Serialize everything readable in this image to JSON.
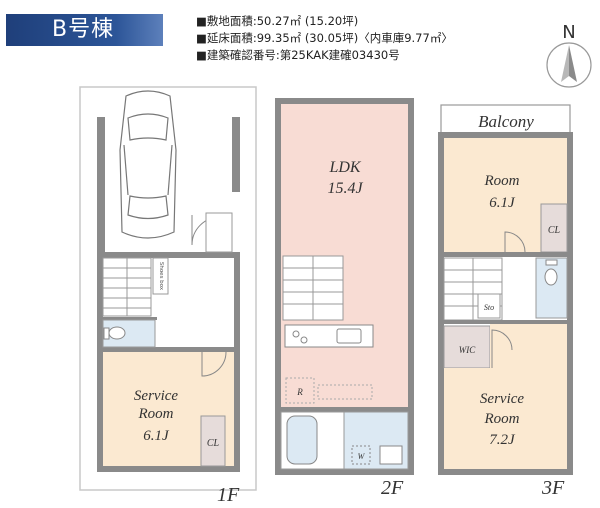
{
  "title": "B号棟",
  "info": {
    "site_area": "■敷地面積:50.27㎡ (15.20坪)",
    "floor_area": "■延床面積:99.35㎡ (30.05坪)〈内車庫9.77㎡〉",
    "permit": "■建築確認番号:第25KAK建確03430号"
  },
  "compass": {
    "label": "N"
  },
  "floors": {
    "f1": {
      "label": "1F",
      "room_name_1": "Service",
      "room_name_2": "Room",
      "room_size": "6.1J",
      "closet": "CL",
      "shoe_box": "Shoes box"
    },
    "f2": {
      "label": "2F",
      "room_name": "LDK",
      "room_size": "15.4J",
      "fridge": "R",
      "washer": "W"
    },
    "f3": {
      "label": "3F",
      "balcony": "Balcony",
      "room1_name": "Room",
      "room1_size": "6.1J",
      "room1_closet": "CL",
      "storage": "Sto",
      "wic": "WIC",
      "room2_name_1": "Service",
      "room2_name_2": "Room",
      "room2_size": "7.2J"
    }
  },
  "colors": {
    "room": "#fbe9d1",
    "ldk": "#f8dcd4",
    "wet": "#dce9f3",
    "wic": "#e6dcda",
    "wall": "#8a8a8a",
    "badge": "#1f3f7a"
  }
}
